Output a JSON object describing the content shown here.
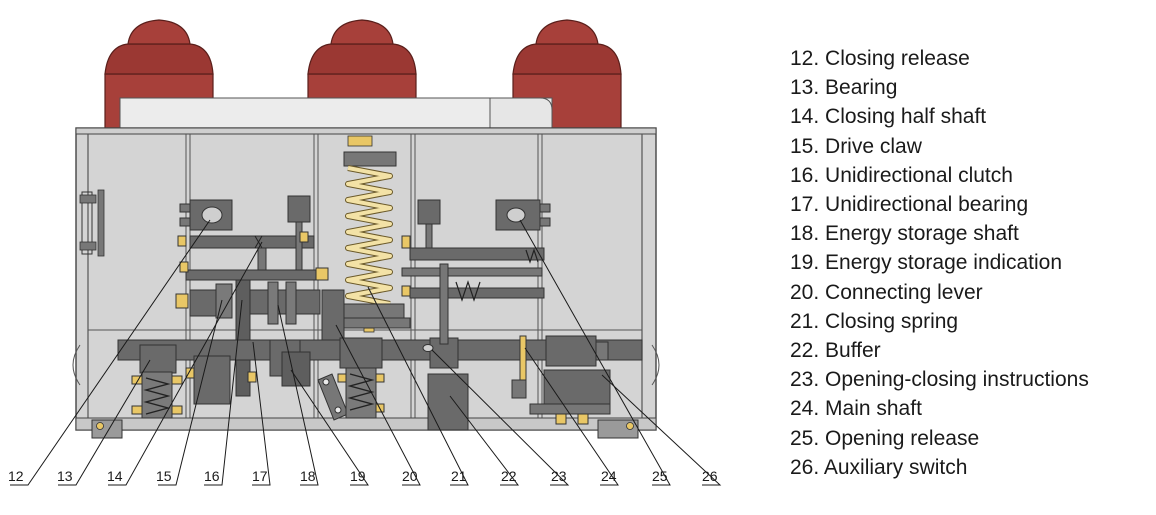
{
  "figure": {
    "callout_numbers": [
      "12",
      "13",
      "14",
      "15",
      "16",
      "17",
      "18",
      "19",
      "20",
      "21",
      "22",
      "23",
      "24",
      "25",
      "26"
    ],
    "legend": [
      "12. Closing release",
      "13. Bearing",
      "14. Closing half shaft",
      "15. Drive claw",
      "16. Unidirectional clutch",
      "17. Unidirectional bearing",
      "18. Energy storage shaft",
      "19. Energy storage indication",
      "20. Connecting lever",
      "21. Closing spring",
      "22. Buffer",
      "23. Opening-closing instructions",
      "24. Main shaft",
      "25. Opening release",
      "26. Auxiliary switch"
    ]
  },
  "colors": {
    "insulator": "#a7403a",
    "insulator_dark": "#7e2c27",
    "panel": "#d4d4d4",
    "panel_line": "#555555",
    "part": "#666666",
    "part_light": "#8a8a8a",
    "spring": "#f3e2a6",
    "bolt": "#e9c766",
    "line": "#1a1a1a"
  }
}
